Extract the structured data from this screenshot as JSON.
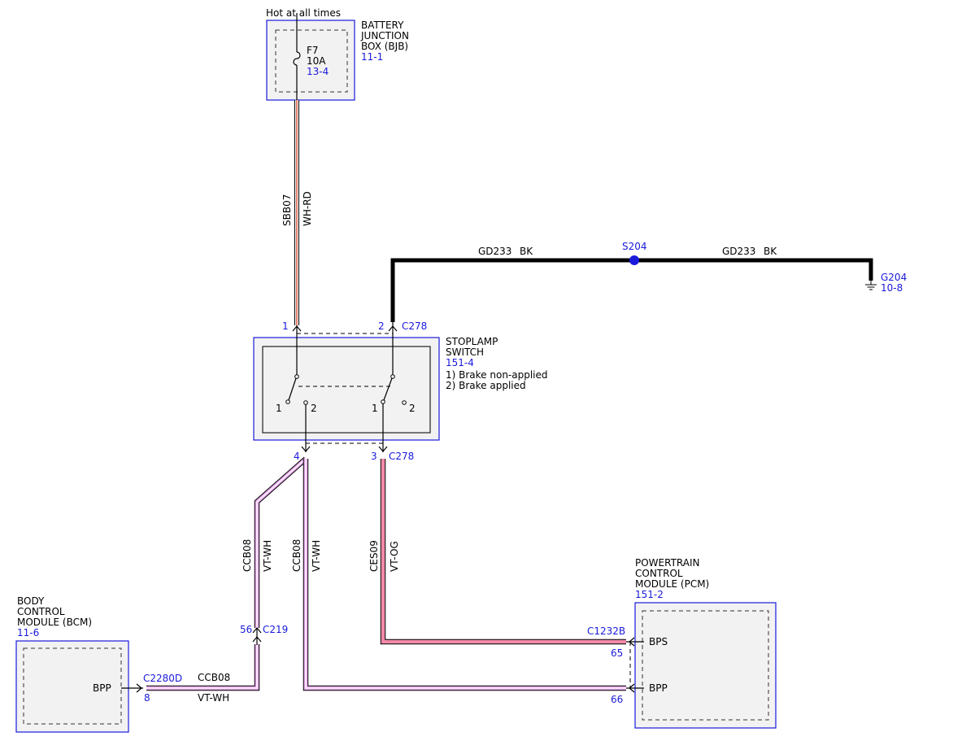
{
  "labels": {
    "hot": "Hot at all times",
    "bjb_l1": "BATTERY",
    "bjb_l2": "JUNCTION",
    "bjb_l3": "BOX (BJB)",
    "bjb_ref": "11-1",
    "fuse_name": "F7",
    "fuse_rating": "10A",
    "fuse_ref": "13-4",
    "w_sbb07": "SBB07",
    "w_whrd": "WH-RD",
    "gd233_a": "GD233",
    "bk_a": "BK",
    "s204": "S204",
    "gd233_b": "GD233",
    "bk_b": "BK",
    "g204": "G204",
    "g204_ref": "10-8",
    "pin1": "1",
    "pin2": "2",
    "c278_top": "C278",
    "sw_l1": "STOPLAMP",
    "sw_l2": "SWITCH",
    "sw_ref": "151-4",
    "sw_note1": "1) Brake non-applied",
    "sw_note2": "2) Brake applied",
    "swA_1": "1",
    "swA_2": "2",
    "swB_1": "1",
    "swB_2": "2",
    "pin4": "4",
    "pin3": "3",
    "c278_bot": "C278",
    "w_ccb08_a": "CCB08",
    "w_vtwh_a": "VT-WH",
    "w_ccb08_b": "CCB08",
    "w_vtwh_b": "VT-WH",
    "w_ces09": "CES09",
    "w_vtog": "VT-OG",
    "pcm_l1": "POWERTRAIN",
    "pcm_l2": "CONTROL",
    "pcm_l3": "MODULE (PCM)",
    "pcm_ref": "151-2",
    "c1232b": "C1232B",
    "pin65": "65",
    "bps": "BPS",
    "pin66": "66",
    "bpp_pcm": "BPP",
    "bcm_l1": "BODY",
    "bcm_l2": "CONTROL",
    "bcm_l3": "MODULE (BCM)",
    "bcm_ref": "11-6",
    "bpp_bcm": "BPP",
    "c2280d": "C2280D",
    "pin8": "8",
    "w_ccb08_c": "CCB08",
    "w_vtwh_c": "VT-WH",
    "pin56": "56",
    "c219": "C219"
  },
  "colors": {
    "module_border": "#1a1adc",
    "module_fill": "#f2f2f2",
    "wire_violet": "#e8a6ec",
    "wire_violet_white": "#ffffff",
    "wire_violet_orange": "#f08aa8",
    "wire_white_red_red": "#e0604a",
    "wire_black": "#000000",
    "splice_color": "#1a1adc"
  }
}
